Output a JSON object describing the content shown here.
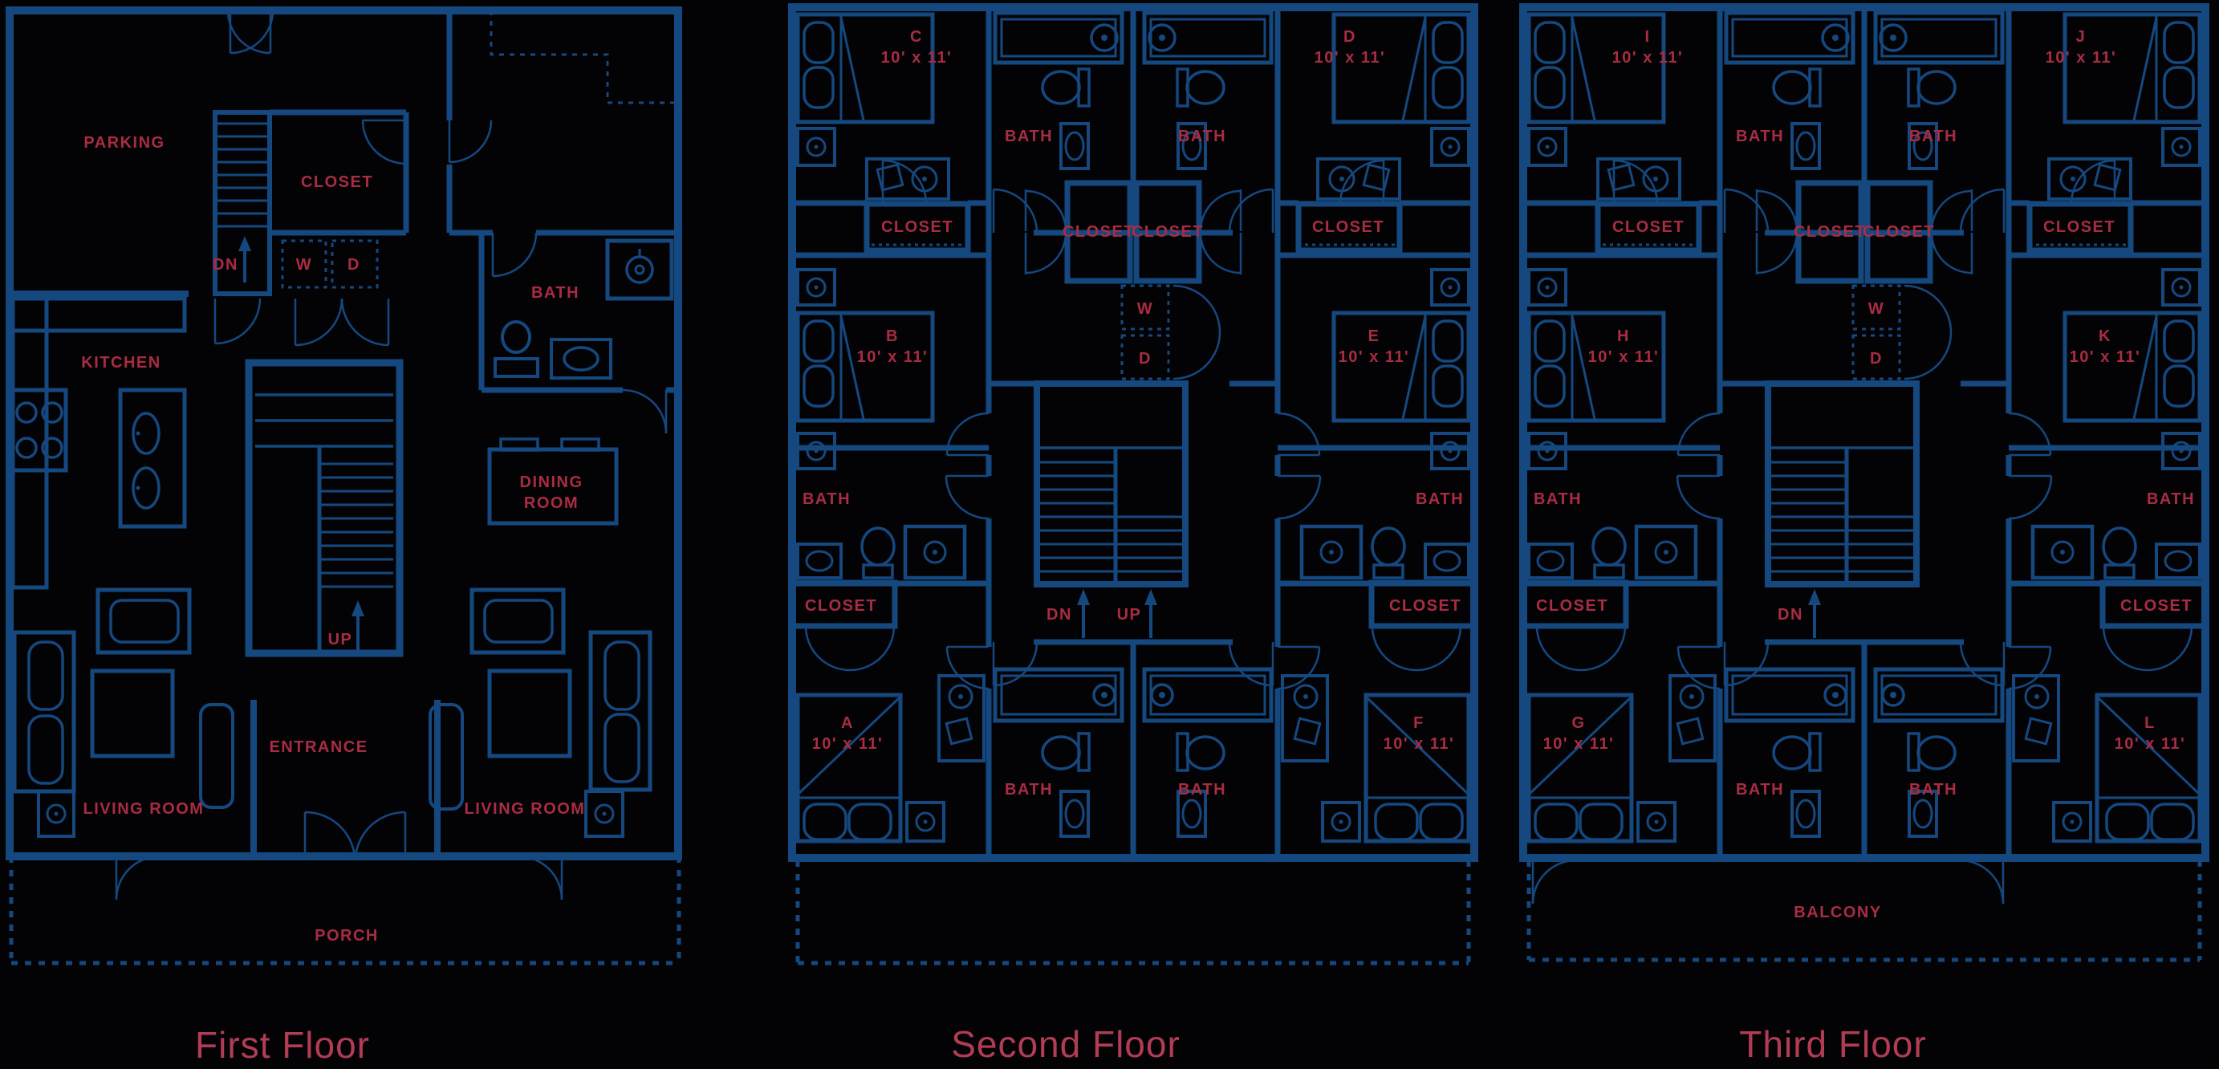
{
  "palette": {
    "background": "#030306",
    "blueprint_line": "#15487f",
    "room_label": "#a92c42",
    "floor_title": "#b23c54"
  },
  "floor1": {
    "title": "First Floor",
    "labels": {
      "parking": "PARKING",
      "dn": "DN",
      "closet": "CLOSET",
      "washer": "W",
      "dryer": "D",
      "bath": "BATH",
      "kitchen": "KITCHEN",
      "dining_line1": "DINING",
      "dining_line2": "ROOM",
      "up": "UP",
      "entrance": "ENTRANCE",
      "living_room": "LIVING ROOM",
      "porch": "PORCH"
    }
  },
  "floor2": {
    "title": "Second Floor",
    "labels": {
      "bath": "BATH",
      "closet": "CLOSET",
      "washer": "W",
      "dryer": "D",
      "dn": "DN",
      "up": "UP"
    },
    "bedrooms": {
      "top_left": {
        "letter": "C",
        "dims": "10' x 11'"
      },
      "top_right": {
        "letter": "D",
        "dims": "10' x 11'"
      },
      "mid_left": {
        "letter": "B",
        "dims": "10' x 11'"
      },
      "mid_right": {
        "letter": "E",
        "dims": "10' x 11'"
      },
      "bottom_left": {
        "letter": "A",
        "dims": "10' x 11'"
      },
      "bottom_right": {
        "letter": "F",
        "dims": "10' x 11'"
      }
    }
  },
  "floor3": {
    "title": "Third Floor",
    "labels": {
      "bath": "BATH",
      "closet": "CLOSET",
      "washer": "W",
      "dryer": "D",
      "dn": "DN",
      "balcony": "BALCONY"
    },
    "bedrooms": {
      "top_left": {
        "letter": "I",
        "dims": "10' x 11'"
      },
      "top_right": {
        "letter": "J",
        "dims": "10' x 11'"
      },
      "mid_left": {
        "letter": "H",
        "dims": "10' x 11'"
      },
      "mid_right": {
        "letter": "K",
        "dims": "10' x 11'"
      },
      "bottom_left": {
        "letter": "G",
        "dims": "10' x 11'"
      },
      "bottom_right": {
        "letter": "L",
        "dims": "10' x 11'"
      }
    }
  }
}
